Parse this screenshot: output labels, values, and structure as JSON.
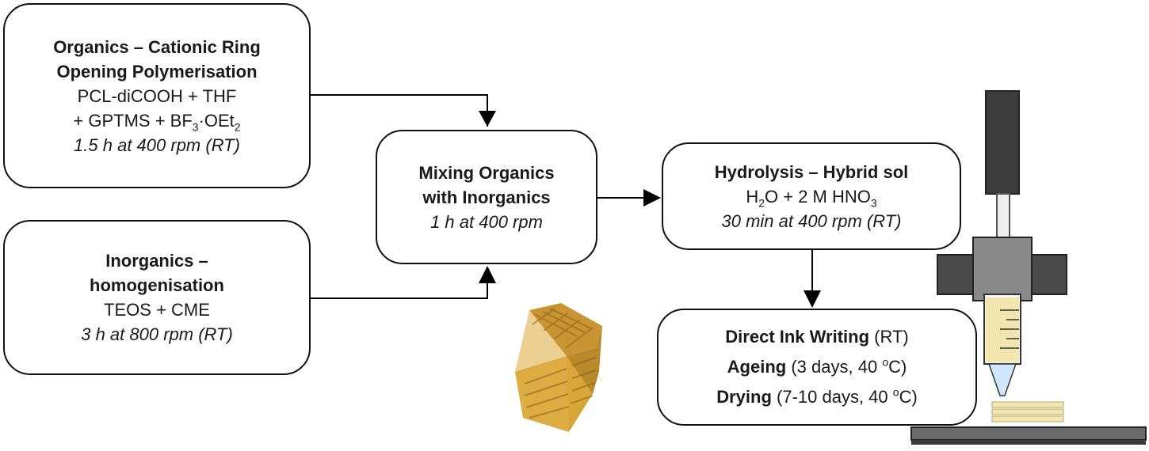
{
  "box_organics": {
    "title_line1": "Organics – Cationic Ring",
    "title_line2": "Opening Polymerisation",
    "line1": "PCL-diCOOH + THF",
    "line2_a": "+ GPTMS + BF",
    "line2_sub": "3",
    "line2_b": "·OEt",
    "line2_sub2": "2",
    "condition": "1.5 h at 400 rpm (RT)"
  },
  "box_inorganics": {
    "title_line1": "Inorganics –",
    "title_line2": "homogenisation",
    "line1": "TEOS + CME",
    "condition": "3 h at 800 rpm (RT)"
  },
  "box_mixing": {
    "title_line1": "Mixing Organics",
    "title_line2": "with Inorganics",
    "condition": "1 h at 400 rpm"
  },
  "box_hydrolysis": {
    "title": "Hydrolysis – Hybrid sol",
    "line1_a": "H",
    "line1_sub": "2",
    "line1_b": "O + 2 M HNO",
    "line1_sub2": "3",
    "condition": "30 min at 400 rpm (RT)"
  },
  "box_printing": {
    "step1_bold": "Direct Ink Writing",
    "step1_rest": " (RT)",
    "step2_bold": "Ageing",
    "step2_rest_a": " (3 days, 40 ",
    "step2_sup": "o",
    "step2_rest_b": "C)",
    "step3_bold": "Drying",
    "step3_rest_a": " (7-10 days, 40 ",
    "step3_sup": "o",
    "step3_rest_b": "C)"
  },
  "colors": {
    "scaffold": "#d9a63a",
    "scaffold_dark": "#a67a22",
    "printer_dark": "#3c3c3c",
    "printer_mid": "#7a7a7a",
    "ink": "#f3e7b0"
  }
}
